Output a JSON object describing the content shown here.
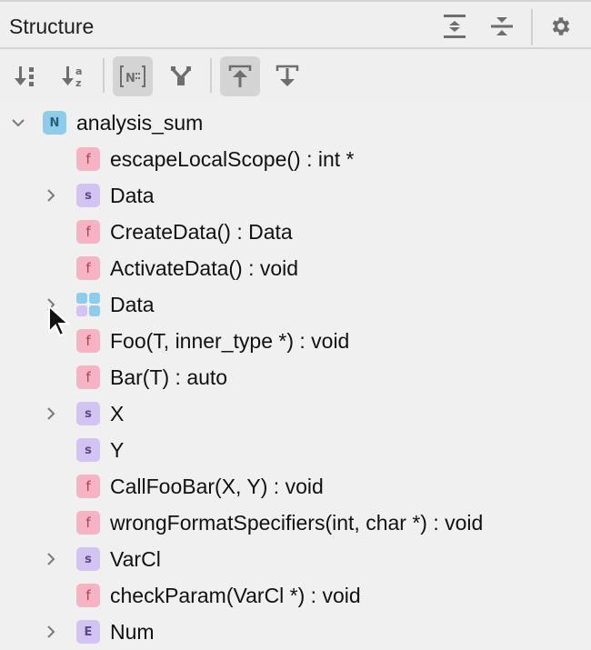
{
  "window": {
    "title": "Structure"
  },
  "header_actions": [
    {
      "name": "expand-all-icon",
      "tooltip": "Expand All"
    },
    {
      "name": "collapse-all-icon",
      "tooltip": "Collapse All"
    },
    {
      "name": "gear-icon",
      "tooltip": "Settings"
    }
  ],
  "toolbar": {
    "buttons": [
      {
        "name": "sort-by-visibility-icon",
        "active": false
      },
      {
        "name": "sort-alphabetically-icon",
        "active": false
      },
      {
        "name": "show-namespaces-icon",
        "active": true
      },
      {
        "name": "group-by-inheritance-icon",
        "active": false
      },
      {
        "name": "autoscroll-to-source-icon",
        "active": true
      },
      {
        "name": "autoscroll-from-source-icon",
        "active": false
      }
    ]
  },
  "tree": {
    "root": {
      "label": "analysis_sum",
      "kind": "N",
      "expanded": true
    },
    "items": [
      {
        "label": "escapeLocalScope() : int *",
        "kind": "f",
        "expandable": false
      },
      {
        "label": "Data",
        "kind": "s",
        "expandable": true
      },
      {
        "label": "CreateData() : Data",
        "kind": "f",
        "expandable": false
      },
      {
        "label": "ActivateData() : void",
        "kind": "f",
        "expandable": false
      },
      {
        "label": "Data",
        "kind": "union",
        "expandable": true
      },
      {
        "label": "Foo(T, inner_type *) : void",
        "kind": "f",
        "expandable": false
      },
      {
        "label": "Bar(T) : auto",
        "kind": "f",
        "expandable": false
      },
      {
        "label": "X",
        "kind": "s",
        "expandable": true
      },
      {
        "label": "Y",
        "kind": "s",
        "expandable": false
      },
      {
        "label": "CallFooBar(X, Y) : void",
        "kind": "f",
        "expandable": false
      },
      {
        "label": "wrongFormatSpecifiers(int, char *) : void",
        "kind": "f",
        "expandable": false
      },
      {
        "label": "VarCl",
        "kind": "s",
        "expandable": true
      },
      {
        "label": "checkParam(VarCl *) : void",
        "kind": "f",
        "expandable": false
      },
      {
        "label": "Num",
        "kind": "E",
        "expandable": true
      }
    ]
  },
  "badges": {
    "f": "f",
    "s": "s",
    "E": "E",
    "N": "N"
  },
  "colors": {
    "function_badge": "#f5b4c3",
    "struct_badge": "#d2c3f3",
    "namespace_badge": "#8dcdeb",
    "active_tool_bg": "#d4d4d4",
    "icon_gray": "#6e6e6e"
  }
}
